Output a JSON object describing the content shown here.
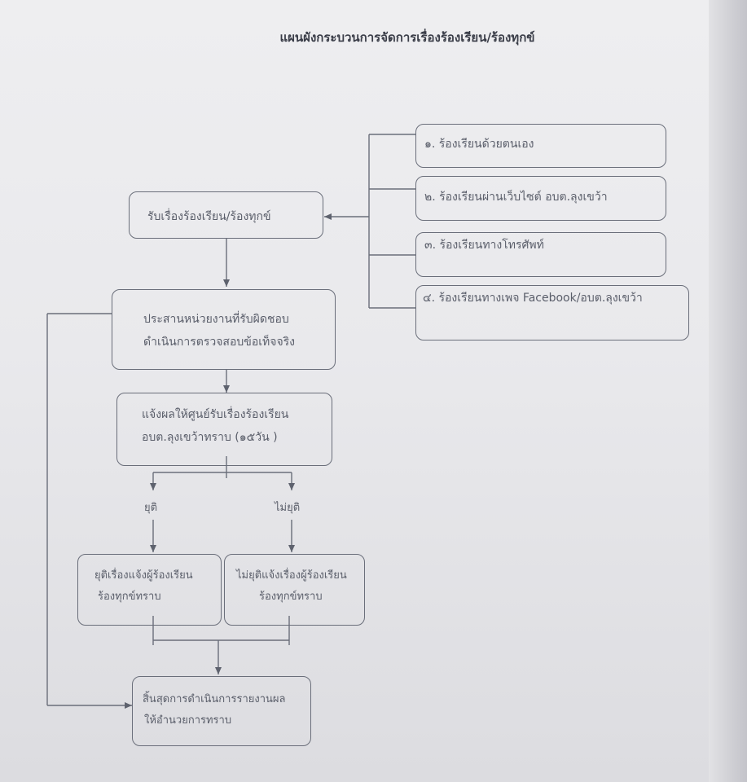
{
  "title": "แผนผังกระบวนการจัดการเรื่องร้องเรียน/ร้องทุกข์",
  "channels": [
    "๑. ร้องเรียนด้วยตนเอง",
    "๒. ร้องเรียนผ่านเว็บไซต์ อบต.ลุงเขว้า",
    "๓. ร้องเรียนทางโทรศัพท์",
    "๔. ร้องเรียนทางเพจ Facebook/อบต.ลุงเขว้า"
  ],
  "steps": {
    "receive": "รับเรื่องร้องเรียน/ร้องทุกข์",
    "coordinate_line1": "ประสานหน่วยงานที่รับผิดชอบ",
    "coordinate_line2": "ดำเนินการตรวจสอบข้อเท็จจริง",
    "notify_line1": "แจ้งผลให้ศูนย์รับเรื่องร้องเรียน",
    "notify_line2": "อบต.ลุงเขว้าทราบ (๑๕วัน )",
    "branch_yes": "ยุติ",
    "branch_no": "ไม่ยุติ",
    "end_yes_line1": "ยุติเรื่องแจ้งผู้ร้องเรียน",
    "end_yes_line2": "ร้องทุกข์ทราบ",
    "end_no_line1": "ไม่ยุติแจ้งเรื่องผู้ร้องเรียน",
    "end_no_line2": "ร้องทุกข์ทราบ",
    "final_line1": "สิ้นสุดการดำเนินการรายงานผล",
    "final_line2": "ให้อำนวยการทราบ"
  }
}
